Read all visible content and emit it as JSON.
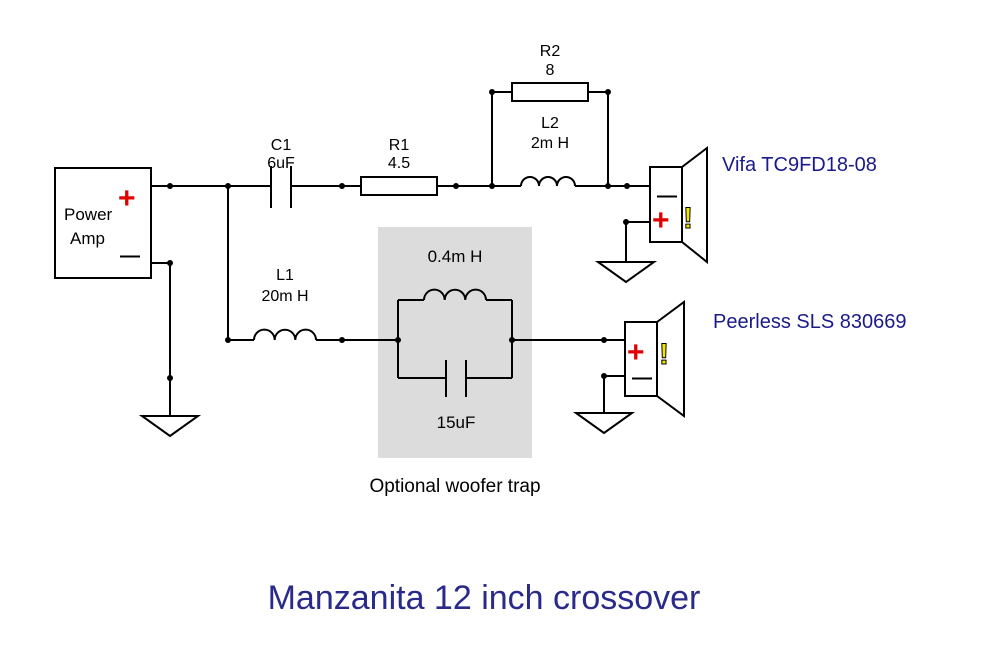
{
  "amp": {
    "line1": "Power",
    "line2": "Amp",
    "plus": "+",
    "minus": "—"
  },
  "components": {
    "c1": {
      "name": "C1",
      "value": "6uF"
    },
    "r1": {
      "name": "R1",
      "value": "4.5"
    },
    "r2": {
      "name": "R2",
      "value": "8"
    },
    "l2": {
      "name": "L2",
      "value": "2m H"
    },
    "l1": {
      "name": "L1",
      "value": "20m H"
    },
    "trap_l": {
      "value": "0.4m H"
    },
    "trap_c": {
      "value": "15uF"
    }
  },
  "tweeter": {
    "label": "Vifa TC9FD18-08",
    "plus": "+",
    "minus": "—",
    "warn": "!"
  },
  "woofer": {
    "label": "Peerless SLS 830669",
    "plus": "+",
    "minus": "—",
    "warn": "!"
  },
  "trap_note": "Optional woofer trap",
  "caption": "Manzanita 12 inch crossover",
  "colors": {
    "wire": "#000000",
    "plus": "#e00000",
    "warn": "#f2e600",
    "label": "#1a1a8c",
    "trap_bg": "#dcdcdc"
  }
}
